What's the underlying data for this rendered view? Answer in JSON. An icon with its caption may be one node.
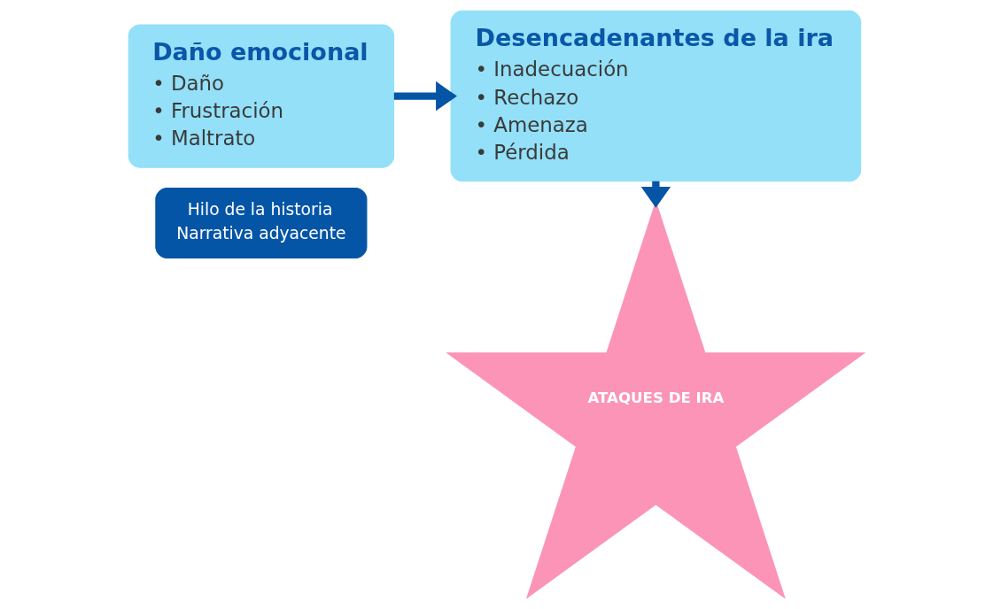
{
  "diagram": {
    "nodes": [
      {
        "text": [
          "Daño emocional",
          "• Daño",
          "• Frustración",
          "• Maltrato"
        ]
      },
      {
        "text": [
          "Hilo de la historia",
          "Narrativa adyacente"
        ]
      },
      {
        "text": [
          "Desencadenantes de la ira",
          "• Inadecuación",
          "• Rechazo",
          "• Amenaza",
          "• Pérdida"
        ]
      },
      {
        "text": [
          "ATAQUES DE IRA"
        ]
      }
    ],
    "edges": [
      {
        "from": 0,
        "to": 2,
        "arrow": "to"
      },
      {
        "from": 2,
        "to": 3,
        "arrow": "to"
      }
    ]
  }
}
